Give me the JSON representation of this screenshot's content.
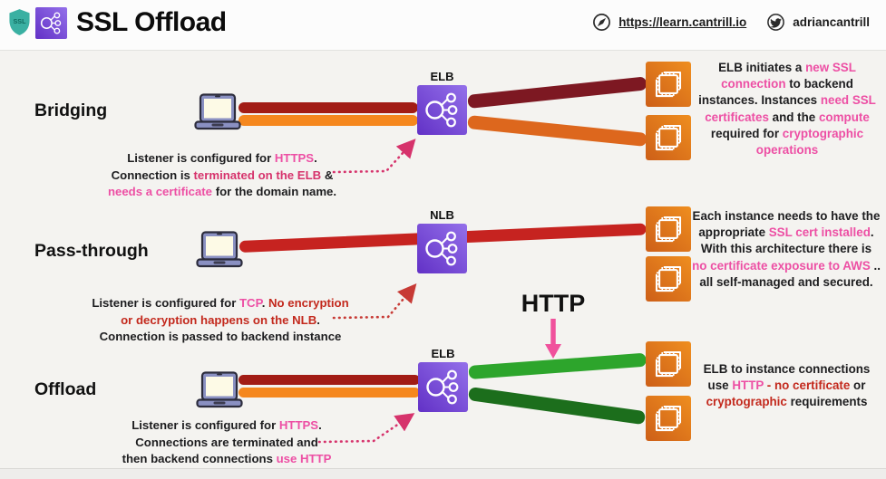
{
  "header": {
    "title": "SSL Offload",
    "shield_label": "SSL",
    "link": "https://learn.cantrill.io",
    "handle": "adriancantrill"
  },
  "colors": {
    "maroon_in": "#a21c15",
    "maroon_out": "#7d1822",
    "orange_in": "#f5871e",
    "orange_out": "#dd671d",
    "red_bar": "#c62320",
    "green_light": "#2da52c",
    "green_dark": "#1c6e1c",
    "pink": "#ed4fa4",
    "crimson": "#d6336c",
    "red_text": "#c3291d",
    "arrow_red": "#c73a35",
    "arrow_pink": "#f0519c",
    "purple_light": "#9470ea",
    "purple_dark": "#6231c6",
    "orange_icon_light": "#ef8e1f",
    "orange_icon_dark": "#cd5f18",
    "teal_shield": "#3ab0a2"
  },
  "rows": {
    "bridging": {
      "label": "Bridging",
      "lb_label": "ELB",
      "note_lines": [
        [
          [
            "Listener is configured for ",
            "k"
          ],
          [
            "HTTPS",
            "p"
          ],
          [
            ".",
            "k"
          ]
        ],
        [
          [
            "Connection is ",
            "k"
          ],
          [
            "terminated on the ELB",
            "c"
          ],
          [
            " &",
            "k"
          ]
        ],
        [
          [
            "needs a certificate",
            "p"
          ],
          [
            " for the domain name.",
            "k"
          ]
        ]
      ],
      "result_lines": [
        [
          [
            "ELB initiates a ",
            "k"
          ],
          [
            "new SSL",
            "p"
          ]
        ],
        [
          [
            "connection",
            "p"
          ],
          [
            " to backend",
            "k"
          ]
        ],
        [
          [
            "instances. Instances ",
            "k"
          ],
          [
            "need SSL",
            "p"
          ]
        ],
        [
          [
            "certificates",
            "p"
          ],
          [
            " and the ",
            "k"
          ],
          [
            "compute",
            "p"
          ]
        ],
        [
          [
            "required for ",
            "k"
          ],
          [
            "cryptographic",
            "p"
          ]
        ],
        [
          [
            "operations",
            "p"
          ]
        ]
      ]
    },
    "passthrough": {
      "label": "Pass-through",
      "lb_label": "NLB",
      "note_lines": [
        [
          [
            "Listener is configured for ",
            "k"
          ],
          [
            "TCP",
            "p"
          ],
          [
            ". ",
            "k"
          ],
          [
            "No encryption",
            "r"
          ]
        ],
        [
          [
            "or decryption happens on the NLB",
            "r"
          ],
          [
            ".",
            "k"
          ]
        ],
        [
          [
            "Connection is passed to backend instance",
            "k"
          ]
        ]
      ],
      "result_lines": [
        [
          [
            "Each instance needs to have the",
            "k"
          ]
        ],
        [
          [
            "appropriate ",
            "k"
          ],
          [
            "SSL cert installed",
            "p"
          ],
          [
            ".",
            "k"
          ]
        ],
        [
          [
            "With this architecture there is",
            "k"
          ]
        ],
        [
          [
            "no certificate exposure to AWS",
            "p"
          ],
          [
            " ..",
            "k"
          ]
        ],
        [
          [
            "all self-managed and secured.",
            "k"
          ]
        ]
      ]
    },
    "offload": {
      "label": "Offload",
      "lb_label": "ELB",
      "http_label": "HTTP",
      "note_lines": [
        [
          [
            "Listener is configured for ",
            "k"
          ],
          [
            "HTTPS",
            "p"
          ],
          [
            ".",
            "k"
          ]
        ],
        [
          [
            "Connections are terminated and",
            "k"
          ]
        ],
        [
          [
            "then backend connections ",
            "k"
          ],
          [
            "use HTTP",
            "p"
          ]
        ]
      ],
      "result_lines": [
        [
          [
            "ELB to instance connections",
            "k"
          ]
        ],
        [
          [
            "use ",
            "k"
          ],
          [
            "HTTP",
            "p"
          ],
          [
            " - ",
            "r"
          ],
          [
            "no certificate",
            "r"
          ],
          [
            " or",
            "k"
          ]
        ],
        [
          [
            "cryptographic",
            "r"
          ],
          [
            " requirements",
            "k"
          ]
        ]
      ]
    }
  }
}
